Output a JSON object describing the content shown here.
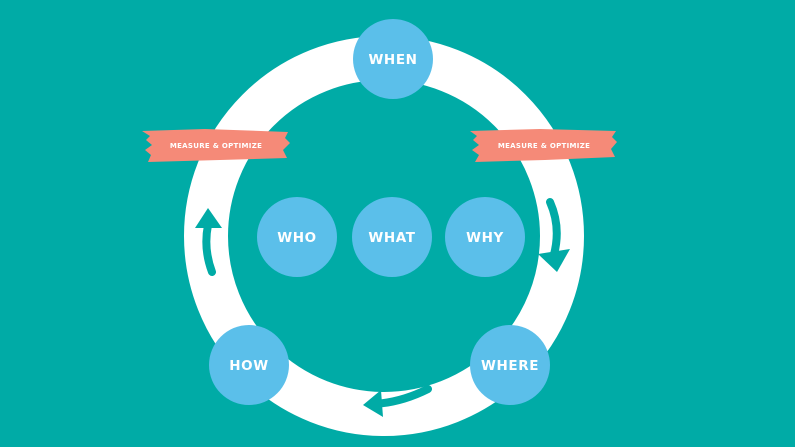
{
  "colors": {
    "background": "#00ABA6",
    "ring": "#FFFFFF",
    "node": "#5BBFEA",
    "banner": "#F58A78",
    "arrow": "#00ABA6",
    "text": "#FFFFFF"
  },
  "nodes": {
    "when": "WHEN",
    "who": "WHO",
    "what": "WHAT",
    "why": "WHY",
    "how": "HOW",
    "where": "WHERE"
  },
  "banners": {
    "left": "MEASURE & OPTIMIZE",
    "right": "MEASURE & OPTIMIZE"
  },
  "icons": {
    "arrows": "curved-arrow-icon"
  }
}
